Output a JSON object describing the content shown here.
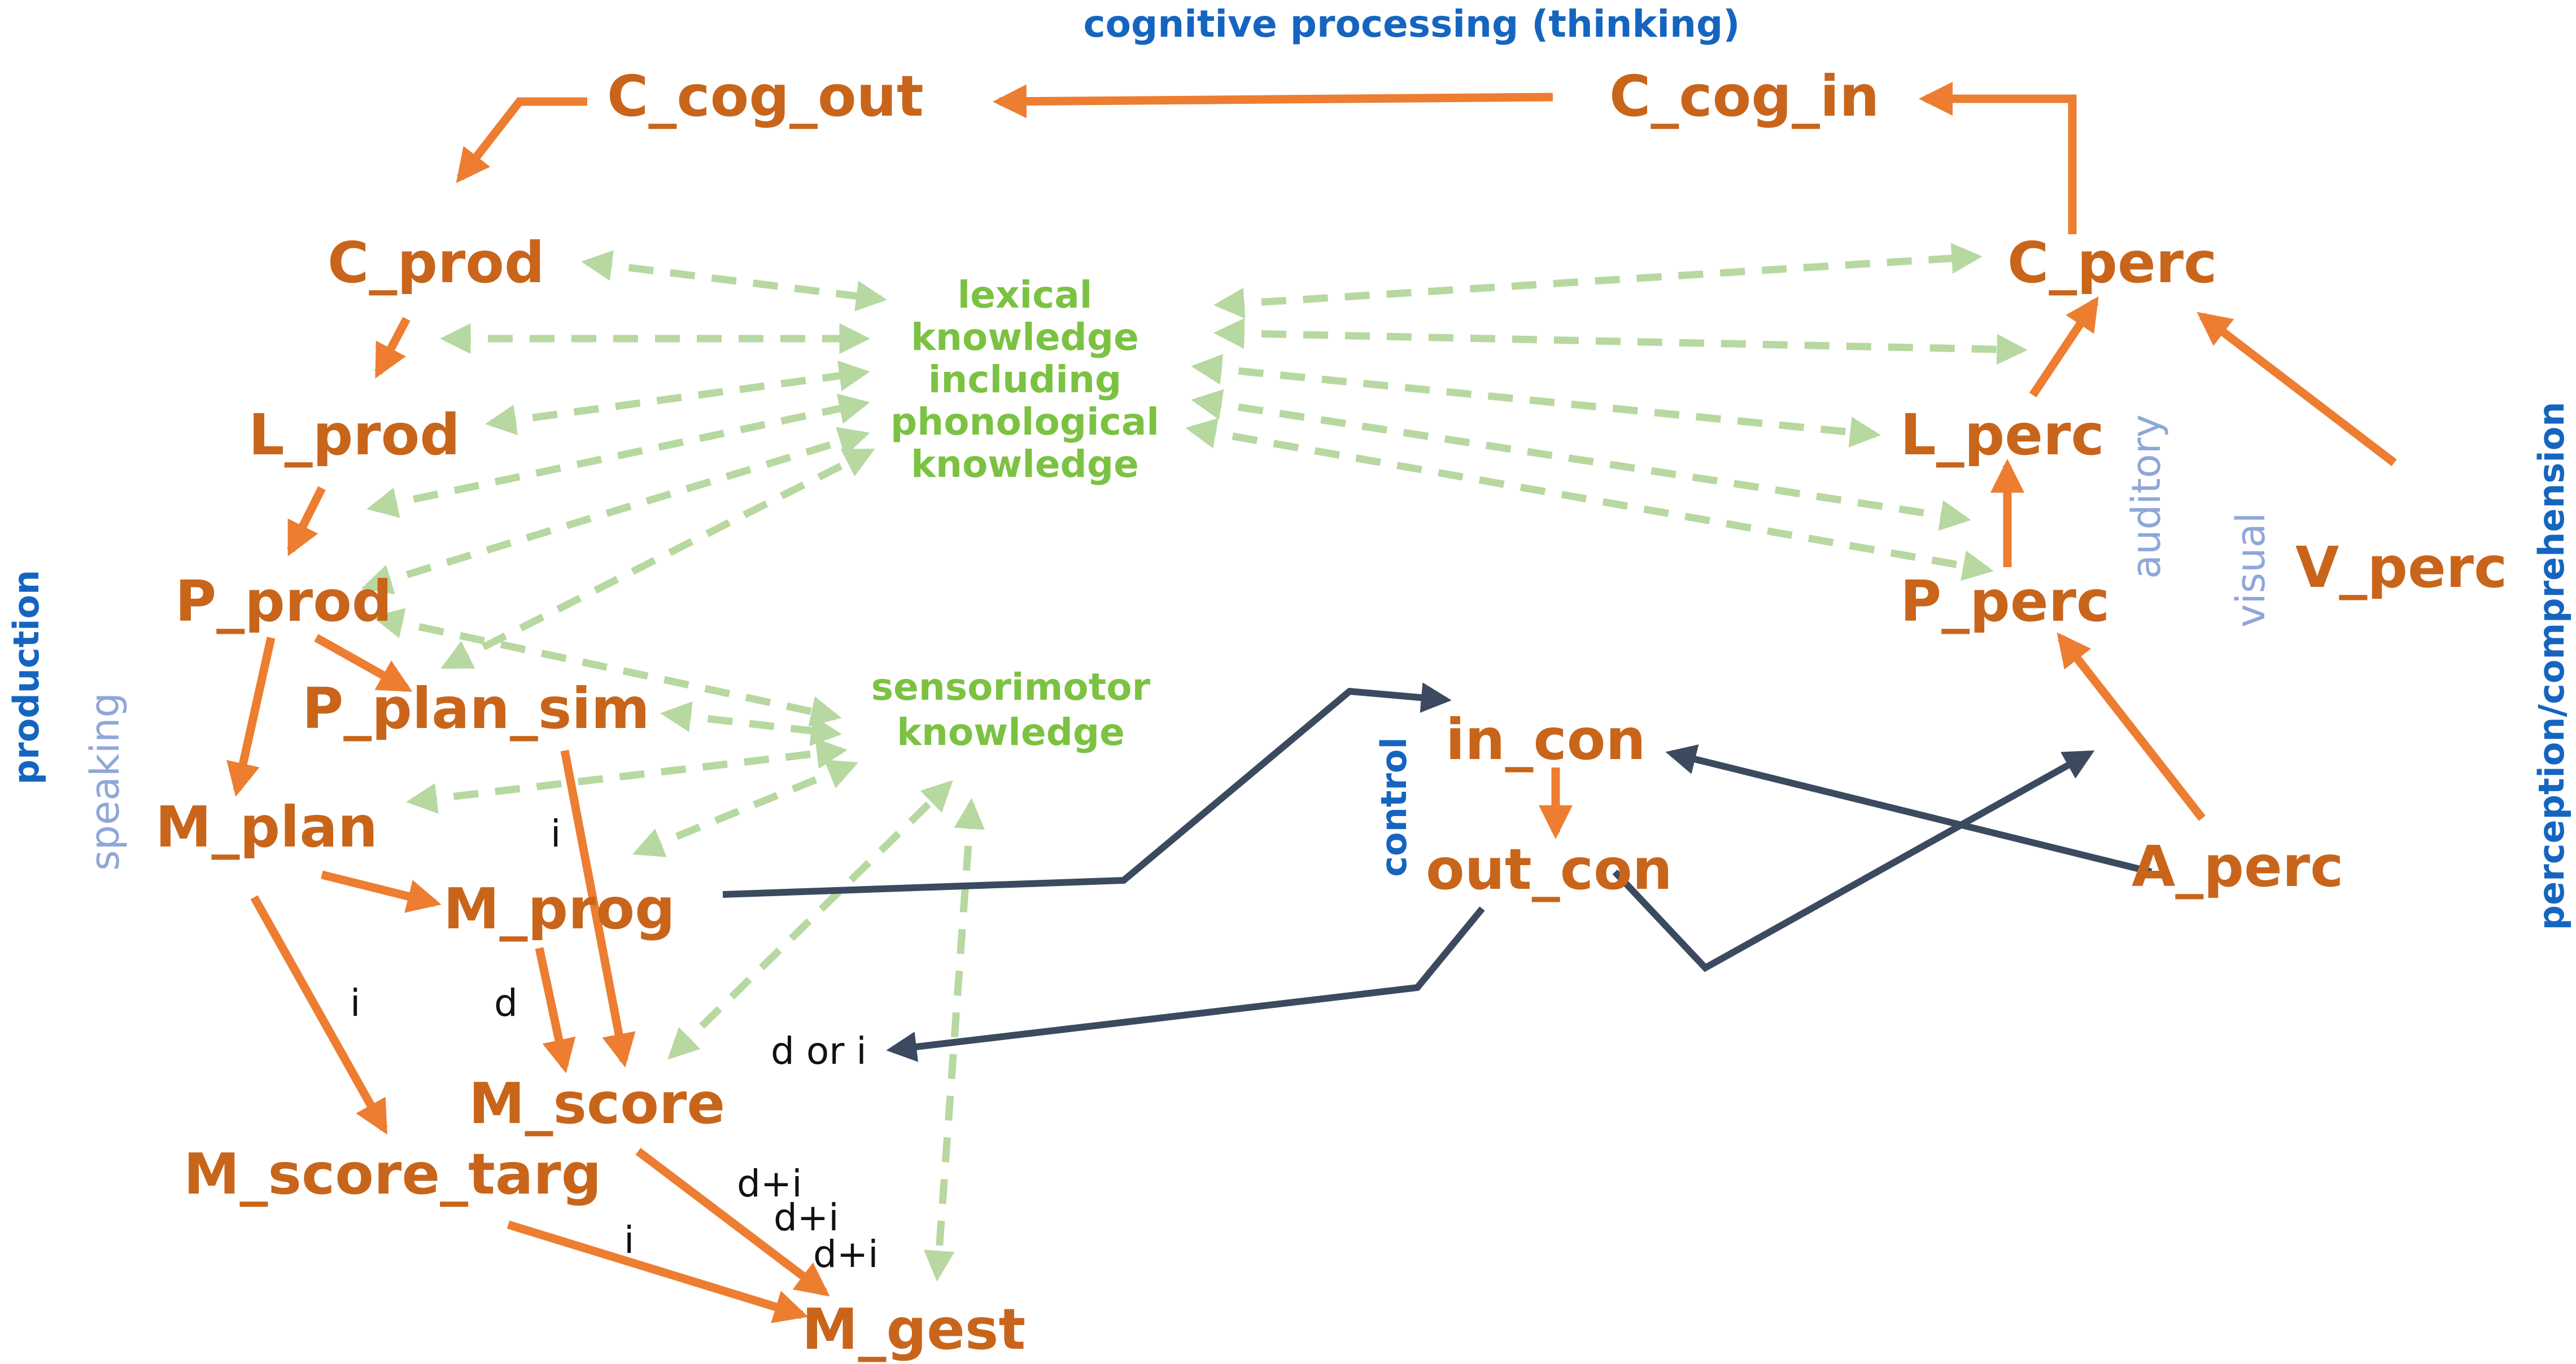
{
  "title": "cognitive processing (thinking)",
  "side_labels": {
    "production": "production",
    "speaking": "speaking",
    "perception": "perception/comprehension",
    "auditory": "auditory",
    "visual": "visual",
    "control": "control"
  },
  "nodes": {
    "c_cog_out": "C_cog_out",
    "c_cog_in": "C_cog_in",
    "c_prod": "C_prod",
    "l_prod": "L_prod",
    "p_prod": "P_prod",
    "p_plan_sim": "P_plan_sim",
    "m_plan": "M_plan",
    "m_prog": "M_prog",
    "m_score": "M_score",
    "m_score_targ": "M_score_targ",
    "m_gest": "M_gest",
    "c_perc": "C_perc",
    "l_perc": "L_perc",
    "p_perc": "P_perc",
    "v_perc": "V_perc",
    "a_perc": "A_perc",
    "in_con": "in_con",
    "out_con": "out_con"
  },
  "knowledge": {
    "lexical": [
      "lexical",
      "knowledge",
      "including",
      "phonological",
      "knowledge"
    ],
    "sensorimotor": [
      "sensorimotor",
      "knowledge"
    ]
  },
  "edge_labels": {
    "i_prog": "i",
    "i_plan": "i",
    "d_prog": "d",
    "d_or_i": "d or i",
    "dpi1": "d+i",
    "dpi2": "d+i",
    "dpi3": "d+i",
    "i_targ": "i"
  },
  "colors": {
    "node": "#c8651b",
    "arrow_orange": "#ed7d31",
    "knowledge_green": "#7cc242",
    "dashed_green": "#b7d8a0",
    "control_navy": "#3b4a5e",
    "heading_blue": "#1565c0",
    "light_blue": "#8fa7d8"
  }
}
